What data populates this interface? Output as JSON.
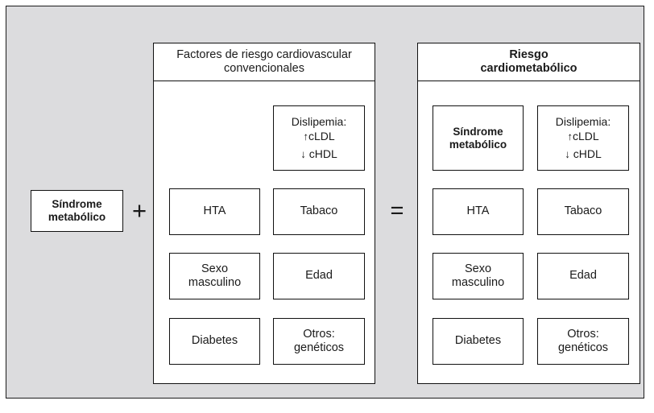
{
  "diagram": {
    "title_implicit": "",
    "background_color": "#dcdcde",
    "box_border_color": "#111111",
    "box_fill_color": "#ffffff",
    "operators": {
      "plus": "+",
      "equals": "="
    },
    "left_term": {
      "label_line1": "Síndrome",
      "label_line2": "metabólico"
    },
    "middle_panel": {
      "header_line1": "Factores de riesgo cardiovascular",
      "header_line2": "convencionales",
      "cells": {
        "dislipemia": {
          "title": "Dislipemia:",
          "arrow_up": "↑",
          "ldl": "cLDL",
          "arrow_down": "↓",
          "hdl": "cHDL"
        },
        "hta": "HTA",
        "tabaco": "Tabaco",
        "sexo_line1": "Sexo",
        "sexo_line2": "masculino",
        "edad": "Edad",
        "diabetes": "Diabetes",
        "otros_line1": "Otros:",
        "otros_line2": "genéticos"
      }
    },
    "right_panel": {
      "header_line1": "Riesgo",
      "header_line2": "cardiometabólico",
      "cells": {
        "sindrome_line1": "Síndrome",
        "sindrome_line2": "metabólico",
        "dislipemia": {
          "title": "Dislipemia:",
          "arrow_up": "↑",
          "ldl": "cLDL",
          "arrow_down": "↓",
          "hdl": "cHDL"
        },
        "hta": "HTA",
        "tabaco": "Tabaco",
        "sexo_line1": "Sexo",
        "sexo_line2": "masculino",
        "edad": "Edad",
        "diabetes": "Diabetes",
        "otros_line1": "Otros:",
        "otros_line2": "genéticos"
      }
    }
  }
}
